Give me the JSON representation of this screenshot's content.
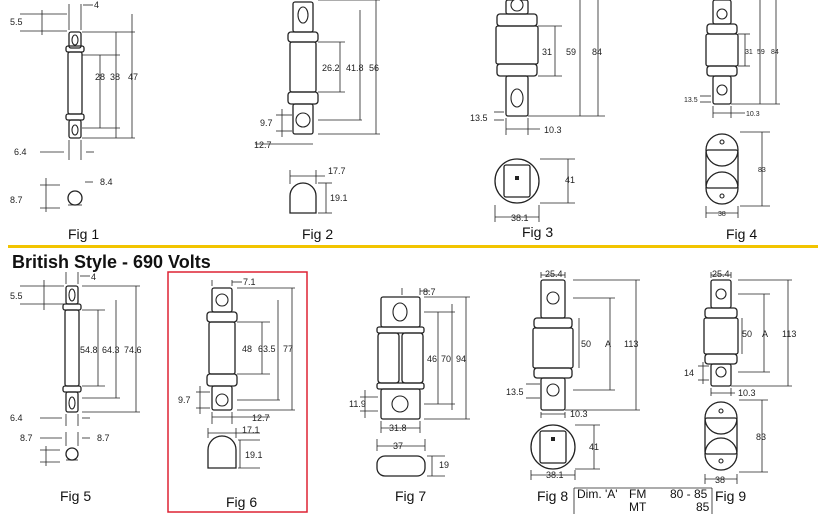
{
  "section_heading": "British Style - 690 Volts",
  "colors": {
    "divider": "#f2c400",
    "highlight": "#dd2233"
  },
  "figures": {
    "fig1": {
      "caption": "Fig 1",
      "dims": [
        "4",
        "5.5",
        "28",
        "38",
        "47",
        "6.4",
        "8.4",
        "8.7"
      ]
    },
    "fig2": {
      "caption": "Fig 2",
      "dims": [
        "26.2",
        "41.8",
        "56",
        "9.7",
        "12.7",
        "17.7",
        "19.1"
      ]
    },
    "fig3": {
      "caption": "Fig 3",
      "dims": [
        "31",
        "59",
        "84",
        "13.5",
        "10.3",
        "41",
        "38.1"
      ]
    },
    "fig4": {
      "caption": "Fig 4",
      "dims": [
        "31",
        "59",
        "84",
        "13.5",
        "10.3",
        "83",
        "38"
      ]
    },
    "fig5": {
      "caption": "Fig 5",
      "dims": [
        "4",
        "5.5",
        "54.8",
        "64.3",
        "74.6",
        "6.4",
        "8.7",
        "8.7"
      ]
    },
    "fig6": {
      "caption": "Fig 6",
      "dims": [
        "7.1",
        "48",
        "63.5",
        "77",
        "9.7",
        "12.7",
        "17.1",
        "19.1"
      ]
    },
    "fig7": {
      "caption": "Fig 7",
      "dims": [
        "8.7",
        "46",
        "70",
        "94",
        "11.9",
        "31.8",
        "37",
        "19"
      ]
    },
    "fig8": {
      "caption": "Fig 8",
      "dims": [
        "25.4",
        "50",
        "A",
        "113",
        "13.5",
        "10.3",
        "41",
        "38.1"
      ]
    },
    "fig9": {
      "caption": "Fig 9",
      "dims": [
        "25.4",
        "50",
        "A",
        "113",
        "14",
        "10.3",
        "83",
        "38"
      ]
    }
  },
  "dim_table": {
    "label": "Dim. 'A'",
    "rows": [
      {
        "code": "FM",
        "value": "80 - 85"
      },
      {
        "code": "MT",
        "value": "85"
      }
    ]
  }
}
